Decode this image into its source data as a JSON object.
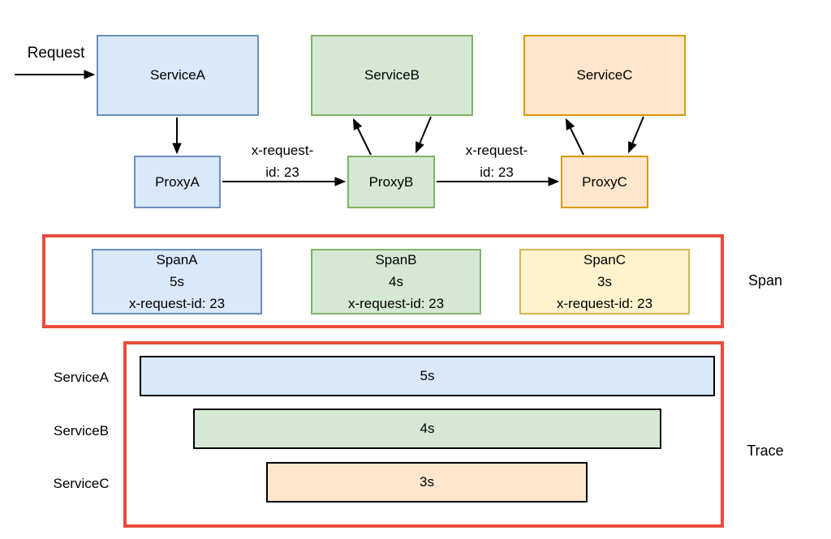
{
  "palette": {
    "blue_fill": "#dae8fc",
    "blue_border": "#6c8ebf",
    "green_fill": "#d5e8d4",
    "green_border": "#82b366",
    "orange_fill": "#ffe6cc",
    "orange_border": "#d79b00",
    "yellow_fill": "#fff2cc",
    "yellow_border": "#d6b656",
    "group_border_red": "#e84c3d",
    "arrow_color": "#000000"
  },
  "flow": {
    "request_label": "Request",
    "services": [
      {
        "label": "ServiceA"
      },
      {
        "label": "ServiceB"
      },
      {
        "label": "ServiceC"
      }
    ],
    "proxies": [
      {
        "label": "ProxyA"
      },
      {
        "label": "ProxyB"
      },
      {
        "label": "ProxyC"
      }
    ],
    "edge_labels": [
      {
        "text": "x-request-\nid: 23"
      },
      {
        "text": "x-request-\nid: 23"
      }
    ]
  },
  "span_group": {
    "label": "Span",
    "spans": [
      {
        "name": "SpanA",
        "duration": "5s",
        "request_id": "x-request-id: 23"
      },
      {
        "name": "SpanB",
        "duration": "4s",
        "request_id": "x-request-id: 23"
      },
      {
        "name": "SpanC",
        "duration": "3s",
        "request_id": "x-request-id: 23"
      }
    ]
  },
  "trace_group": {
    "label": "Trace",
    "rows": [
      {
        "service": "ServiceA",
        "duration": "5s"
      },
      {
        "service": "ServiceB",
        "duration": "4s"
      },
      {
        "service": "ServiceC",
        "duration": "3s"
      }
    ]
  }
}
